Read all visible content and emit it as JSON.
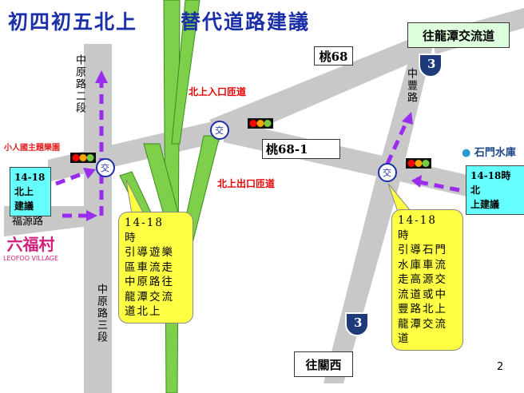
{
  "title": "初四初五北上　　替代道路建議",
  "labels": {
    "to_longtan": "往龍潭交流道",
    "tao68": "桃68",
    "tao68_1": "桃68-1",
    "to_guanxi": "往關西",
    "zhongfeng": "中豐路",
    "zhongyuan2": "中原路二段",
    "zhongyuan3": "中原路三段",
    "fuyuan": "福源路",
    "ramp_in": "北上入口匝道",
    "ramp_out": "北上出口匝道",
    "interchange": "交",
    "highway_no": "3"
  },
  "notes": {
    "left_box": [
      "14-18",
      "北上",
      "建議"
    ],
    "right_box": [
      "14-18時北",
      "上建議"
    ],
    "left_callout": [
      "14-18　時",
      "引導遊樂",
      "區車流走",
      "中原路往",
      "龍潭交流",
      "道北上"
    ],
    "right_callout": [
      "14-18　時",
      "引導石門",
      "水庫車流",
      "走高源交",
      "流道或中",
      "豐路北上",
      "龍潭交流",
      "道"
    ]
  },
  "logos": {
    "window_china": "小人國主題樂園",
    "leofoo": "六福村",
    "leofoo_en": "LEOFOO VILLAGE",
    "shimen": "石門水庫"
  },
  "page_number": "2",
  "colors": {
    "road": "#c8c8c8",
    "freeway": "#7ed04a",
    "route": "#9a2cf0",
    "callout": "#ffff44",
    "info": "#66ffff"
  }
}
